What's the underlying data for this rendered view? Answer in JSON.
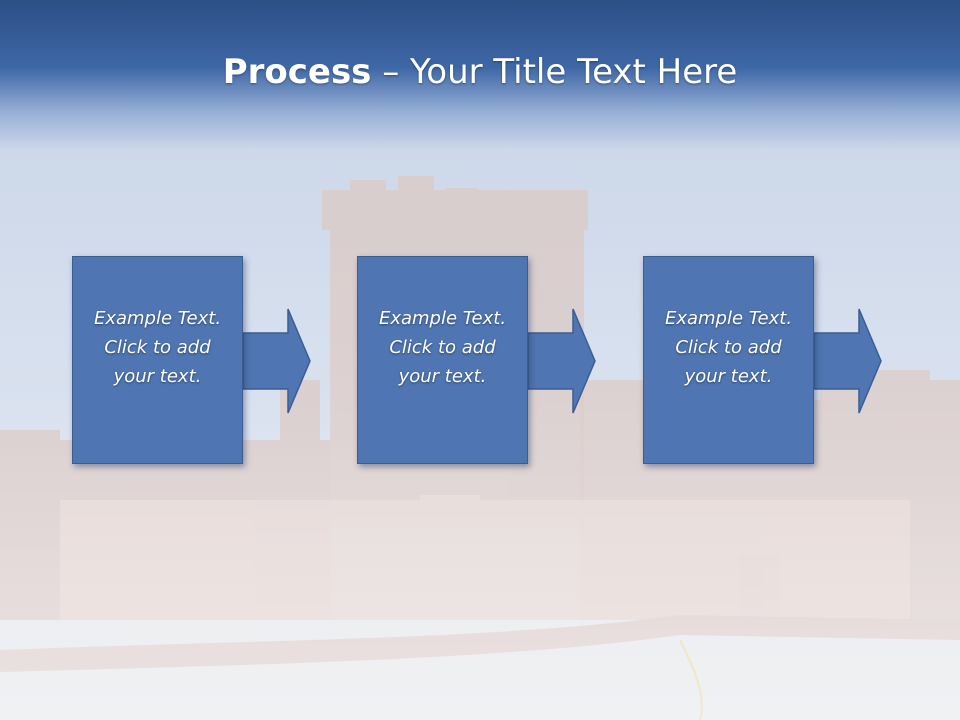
{
  "slide": {
    "title_bold": "Process",
    "title_rest": " – Your Title Text Here",
    "steps": [
      {
        "text": "Example Text.\nClick  to add\nyour text."
      },
      {
        "text": "Example Text.\nClick  to add\nyour text."
      },
      {
        "text": "Example Text.\nClick  to add\nyour text."
      }
    ]
  },
  "colors": {
    "title_band": "#2c4f86",
    "step_fill": "#4f76b2",
    "step_border": "#3a5d92",
    "text": "#ffffff"
  },
  "icons": [
    "castle-background-image",
    "right-arrow-icon"
  ]
}
